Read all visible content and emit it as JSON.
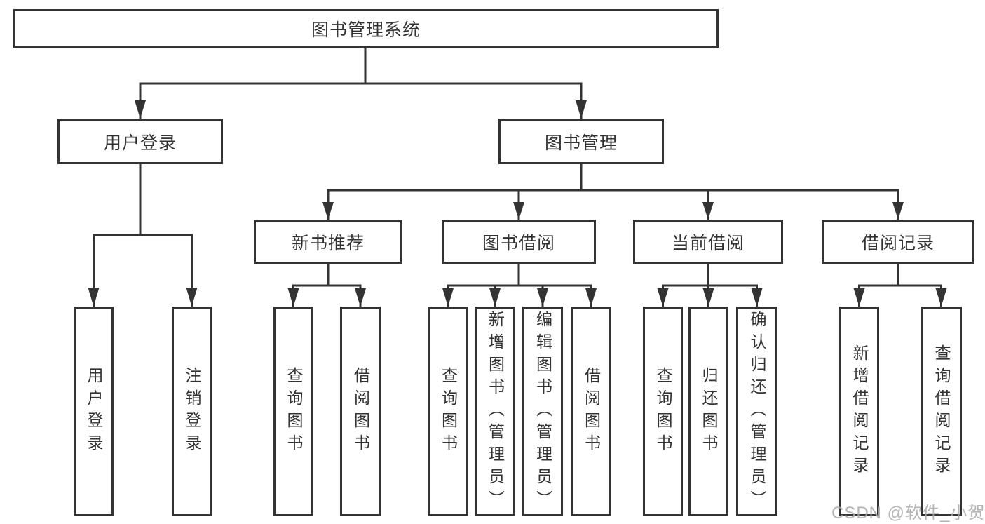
{
  "diagram": {
    "root": {
      "label": "图书管理系统"
    },
    "branches": [
      {
        "label": "用户登录",
        "children": [
          {
            "label": "用户登录"
          },
          {
            "label": "注销登录"
          }
        ]
      },
      {
        "label": "图书管理",
        "children": [
          {
            "label": "新书推荐",
            "leaves": [
              {
                "label": "查询图书"
              },
              {
                "label": "借阅图书"
              }
            ]
          },
          {
            "label": "图书借阅",
            "leaves": [
              {
                "label": "查询图书"
              },
              {
                "label": "新增图书（管理员）"
              },
              {
                "label": "编辑图书（管理员）"
              },
              {
                "label": "借阅图书"
              }
            ]
          },
          {
            "label": "当前借阅",
            "leaves": [
              {
                "label": "查询图书"
              },
              {
                "label": "归还图书"
              },
              {
                "label": "确认归还（管理员）"
              }
            ]
          },
          {
            "label": "借阅记录",
            "leaves": [
              {
                "label": "新增借阅记录"
              },
              {
                "label": "查询借阅记录"
              }
            ]
          }
        ]
      }
    ]
  },
  "watermark": {
    "text": "CSDN @软件_小贺同学"
  },
  "colors": {
    "line": "#333333",
    "text": "#333333",
    "background": "#ffffff",
    "watermark": "#a8a8a8"
  }
}
